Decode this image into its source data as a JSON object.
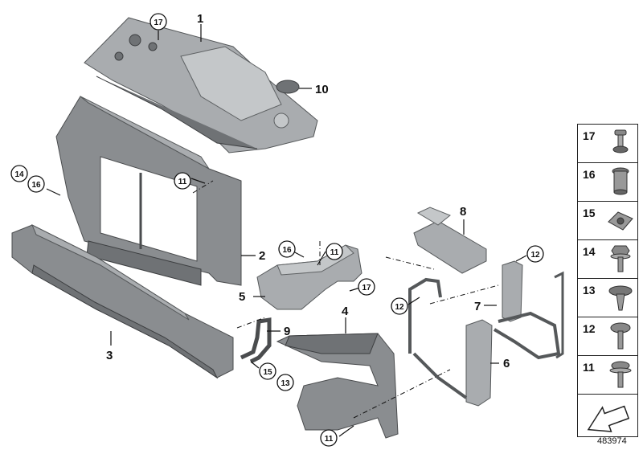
{
  "document_number": "483974",
  "callouts": {
    "c1": "1",
    "c2": "2",
    "c3": "3",
    "c4": "4",
    "c5": "5",
    "c6": "6",
    "c7": "7",
    "c8": "8",
    "c9": "9",
    "c10": "10",
    "c11a": "11",
    "c11b": "11",
    "c11c": "11",
    "c12a": "12",
    "c12b": "12",
    "c13": "13",
    "c14": "14",
    "c15": "15",
    "c16a": "16",
    "c16b": "16",
    "c17a": "17",
    "c17b": "17"
  },
  "legend": {
    "items": [
      {
        "number": "17",
        "icon": "screw-grommet-icon"
      },
      {
        "number": "16",
        "icon": "expanding-nut-icon"
      },
      {
        "number": "15",
        "icon": "spring-nut-icon"
      },
      {
        "number": "14",
        "icon": "hex-bolt-washer-icon"
      },
      {
        "number": "13",
        "icon": "expanding-rivet-icon"
      },
      {
        "number": "12",
        "icon": "torx-screw-icon"
      },
      {
        "number": "11",
        "icon": "torx-screw-washer-icon"
      }
    ],
    "direction_icon": "forward-arrow-icon"
  }
}
